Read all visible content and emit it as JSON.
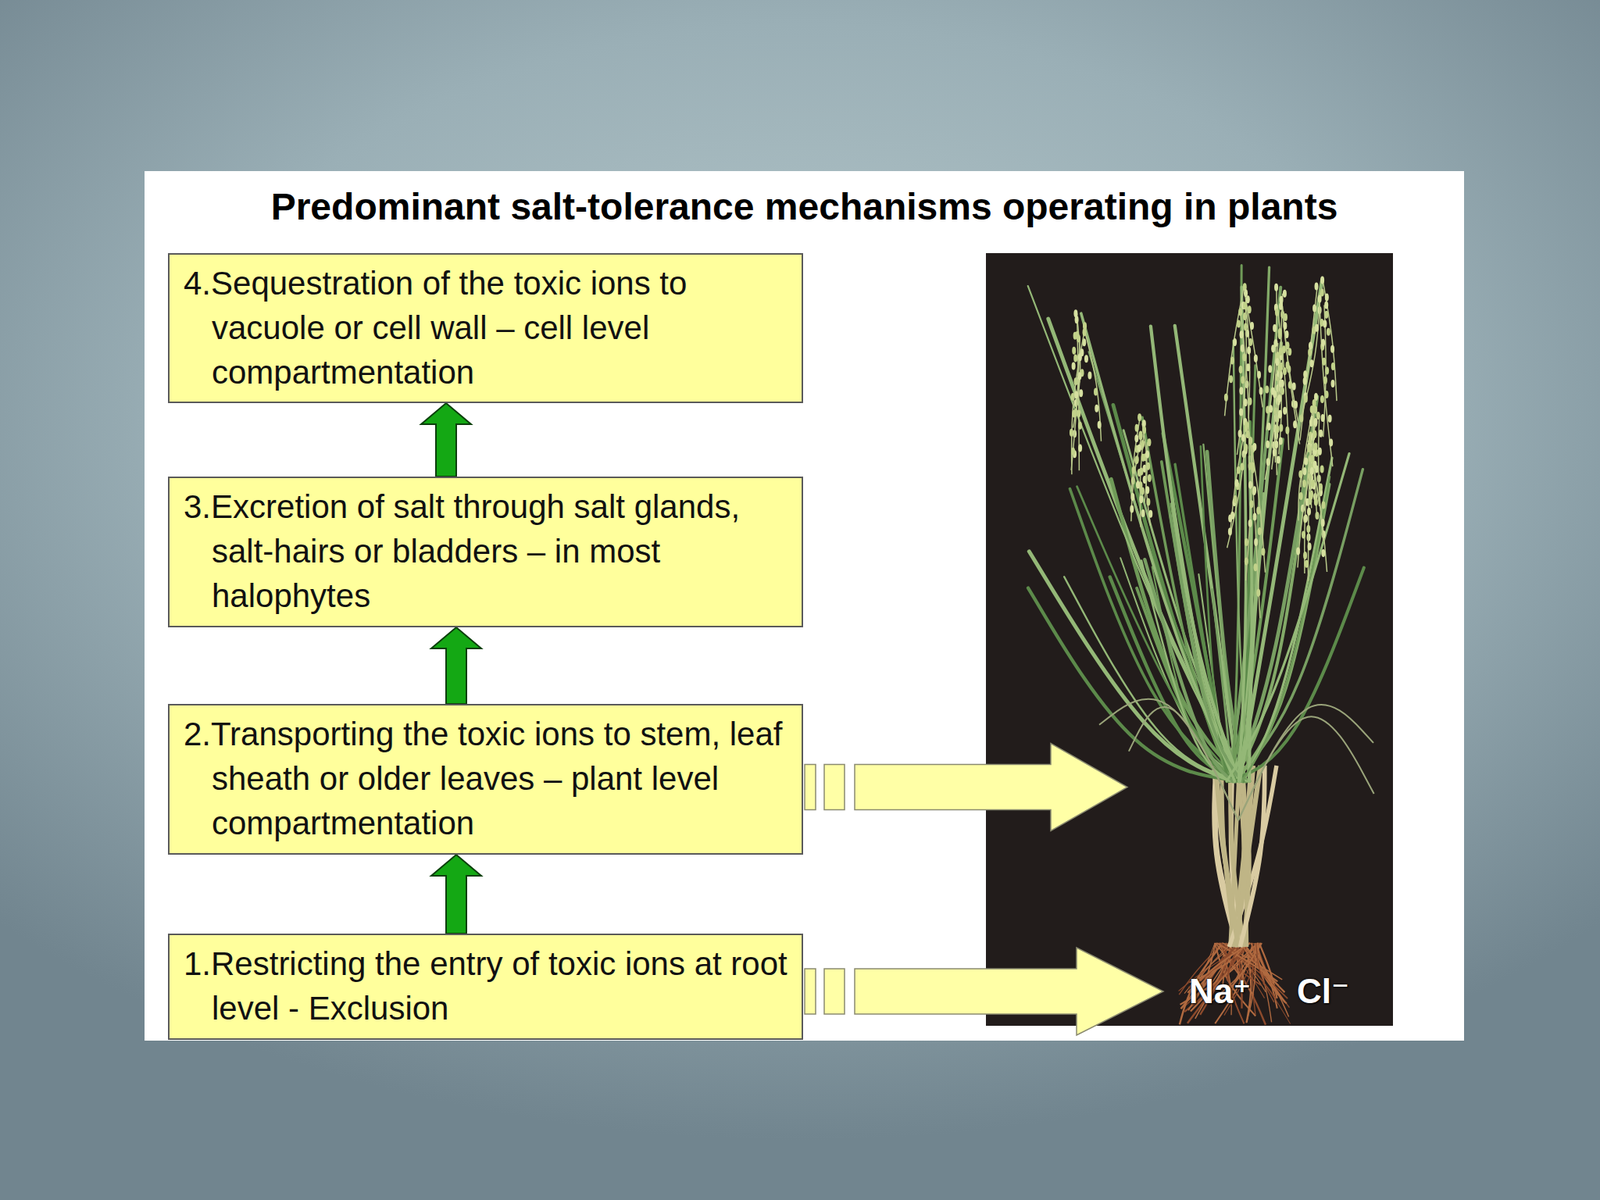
{
  "diagram": {
    "title": "Predominant salt-tolerance mechanisms operating in plants",
    "nodes": [
      {
        "text": [
          "4.Sequestration of the toxic ions to vacuole or cell wall – cell level compartmentation"
        ]
      },
      {
        "text": [
          "3.Excretion of salt through salt glands, salt-hairs or bladders – in most halophytes"
        ]
      },
      {
        "text": [
          "2.Transporting the toxic ions to stem, leaf sheath or older leaves – plant level compartmentation"
        ]
      },
      {
        "text": [
          "1.Restricting the entry of toxic ions at root level - Exclusion"
        ]
      }
    ],
    "edges": [
      {
        "from": 3,
        "to": 2,
        "arrow": "to"
      },
      {
        "from": 2,
        "to": 1,
        "arrow": "to"
      },
      {
        "from": 1,
        "to": 0,
        "arrow": "to"
      }
    ],
    "labels": [
      "Na⁺",
      "Cl⁻"
    ]
  }
}
